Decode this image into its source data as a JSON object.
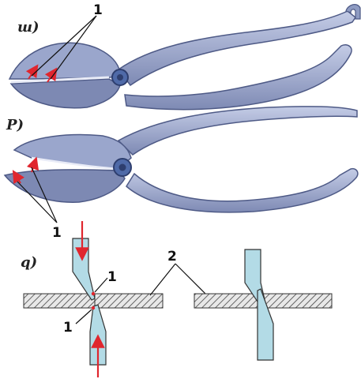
{
  "panels": {
    "a": {
      "letter": "ш)",
      "callout": "1"
    },
    "b": {
      "letter": "Р)",
      "callout": "1"
    },
    "c": {
      "letter": "q)",
      "callout_top": "1",
      "callout_bottom": "1",
      "callout_sheet": "2"
    }
  },
  "colors": {
    "tool_fill": "#8e9bc2",
    "tool_light": "#b7c1de",
    "tool_dark": "#56628e",
    "arrow_red": "#e0262e",
    "blade_blue": "#b3dbe6",
    "hatch": "#444444"
  }
}
